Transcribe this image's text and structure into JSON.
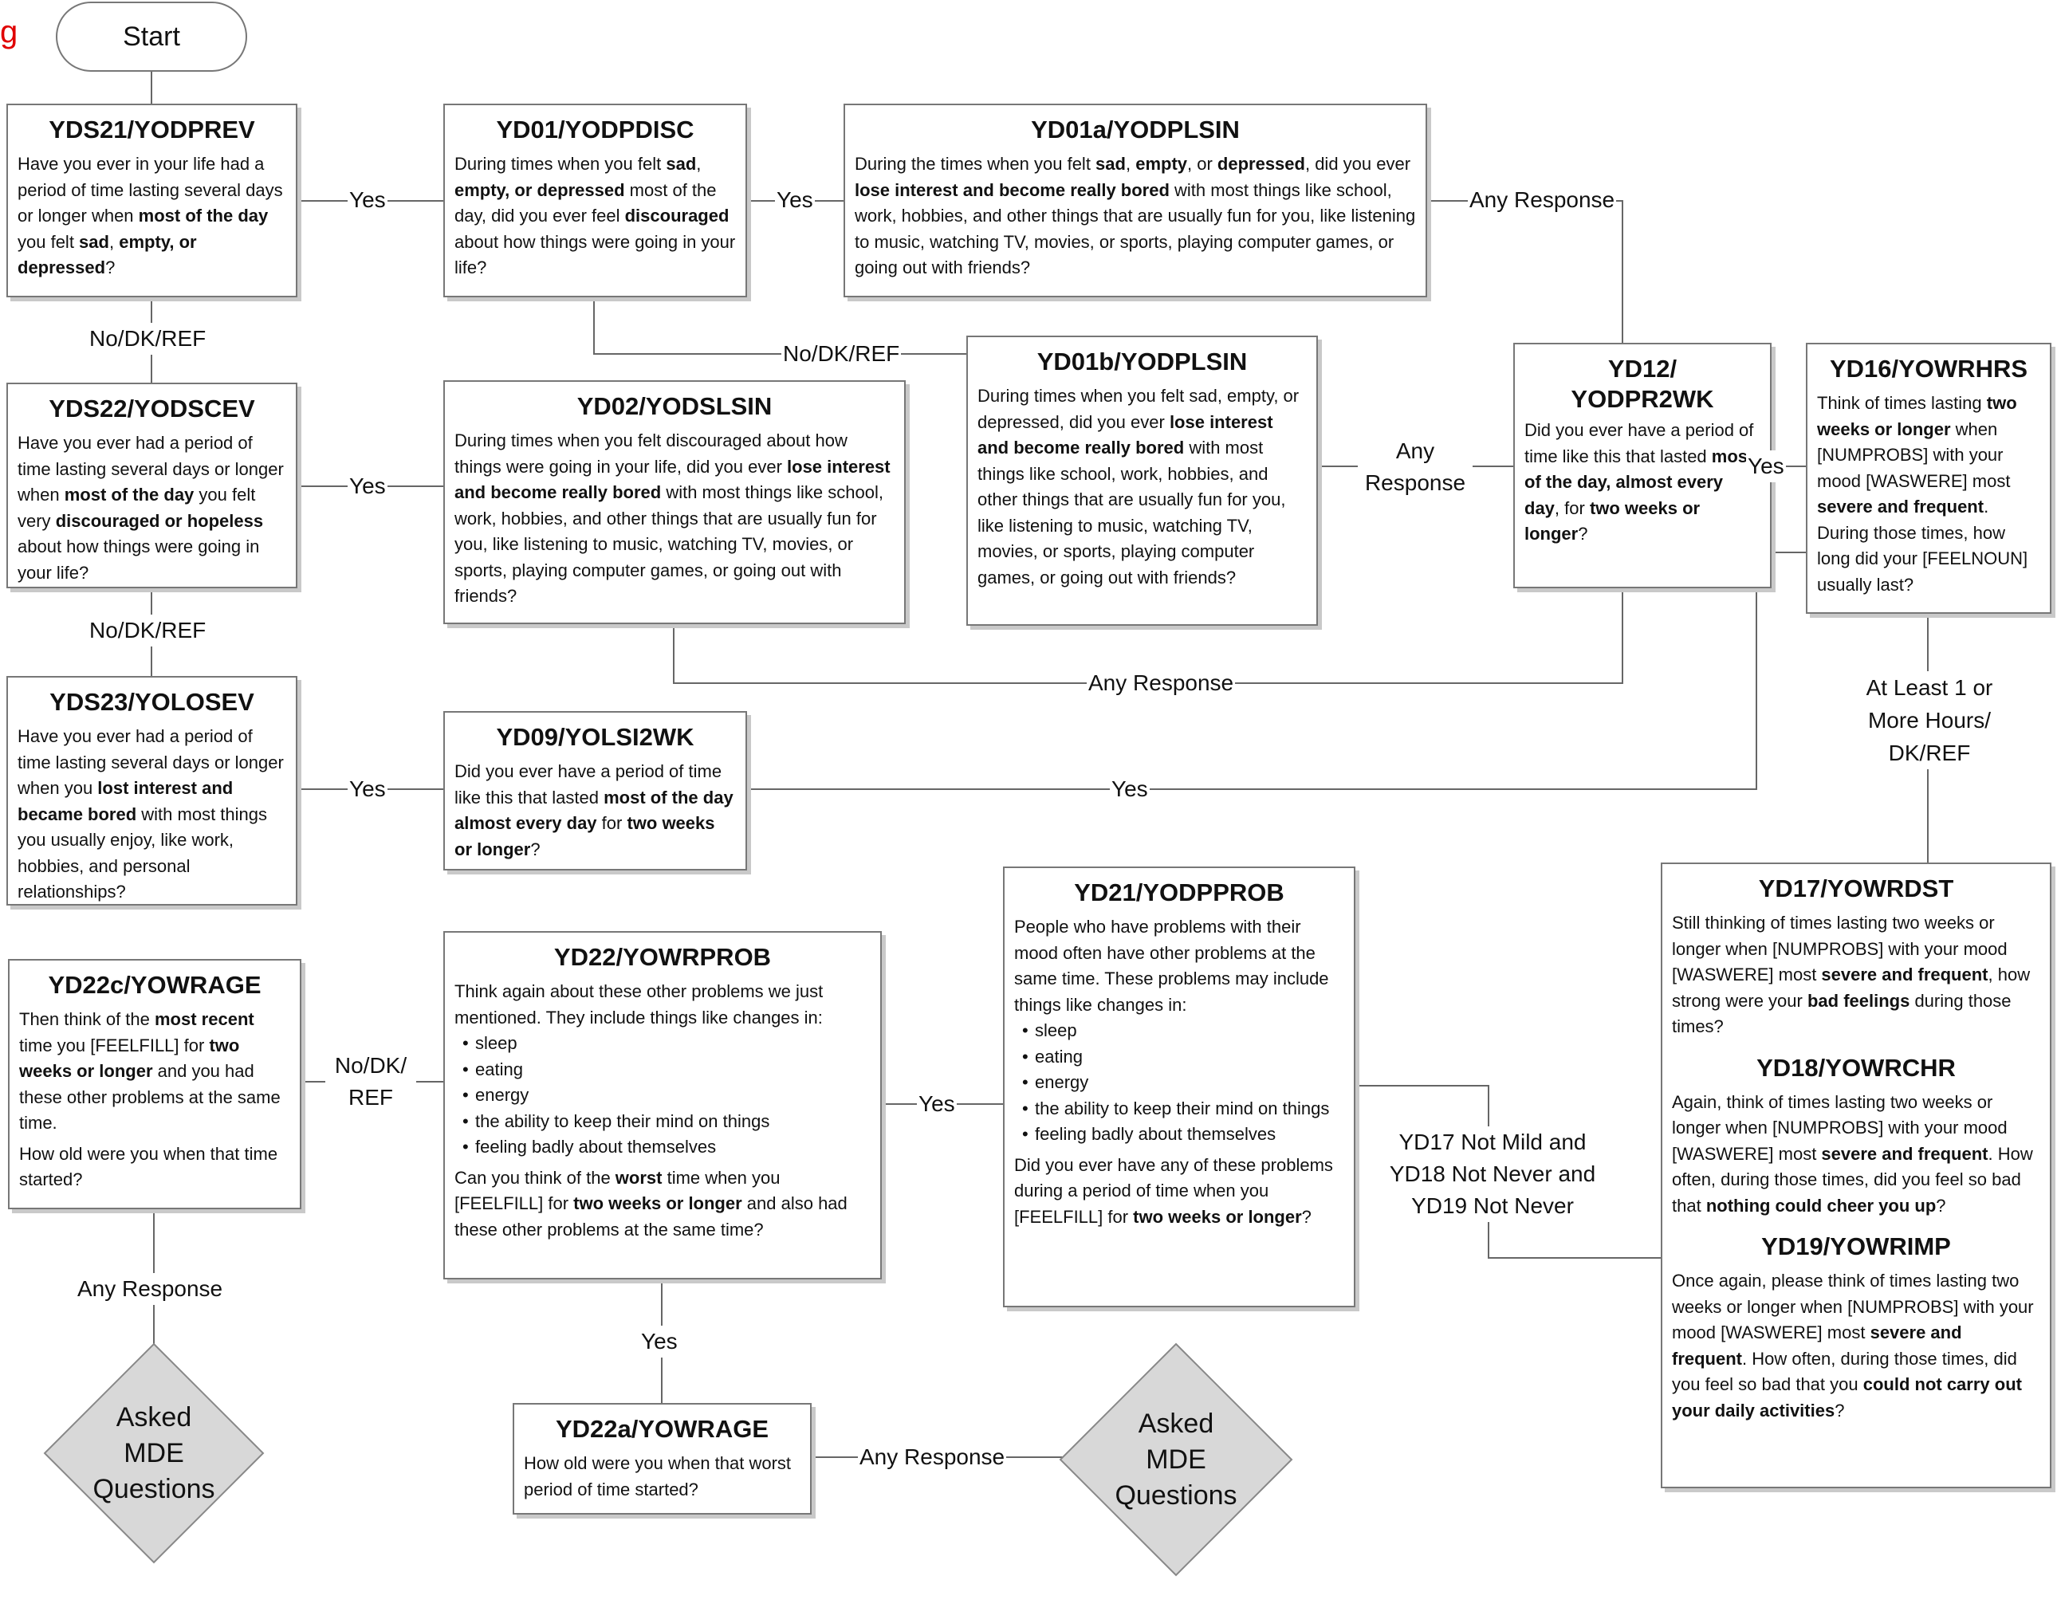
{
  "start": "Start",
  "corner_text": "g",
  "boxes": {
    "yds21": {
      "title": "YDS21/YODPREV",
      "t1": "Have you ever in your life had a period of time lasting several days or longer when ",
      "b1": "most of the day",
      "t2": " you felt ",
      "b2": "sad",
      "t3": ", ",
      "b3": "empty, or depressed",
      "t4": "?"
    },
    "yd01": {
      "title": "YD01/YODPDISC",
      "t1": "During times when you felt ",
      "b1": "sad",
      "t2": ", ",
      "b2": "empty, or depressed",
      "t3": " most of the day, did you ever feel ",
      "b3": "discouraged",
      "t4": " about how things were going in your life?"
    },
    "yd01a": {
      "title": "YD01a/YODPLSIN",
      "t1": "During the times when you felt ",
      "b1": "sad",
      "t2": ", ",
      "b2": "empty",
      "t3": ", or ",
      "b3": "depressed",
      "t4": ", did you ever ",
      "b4": "lose interest and become really bored",
      "t5": " with most things like school, work, hobbies, and other things that are usually fun for you, like listening to music, watching TV, movies, or sports, playing computer games, or going out with friends?"
    },
    "yds22": {
      "title": "YDS22/YODSCEV",
      "t1": "Have you ever had a period of time lasting several days or longer when ",
      "b1": "most of the day",
      "t2": " you felt very ",
      "b2": "discouraged or hopeless",
      "t3": " about how things were going in your life?"
    },
    "yd02": {
      "title": "YD02/YODSLSIN",
      "t1": "During times when you felt discouraged about how things were going in your life, did you ever ",
      "b1": "lose interest and become really bored",
      "t2": " with most things like school, work, hobbies, and other things that are usually fun for you, like listening to music, watching TV, movies, or sports, playing computer games, or going out with friends?"
    },
    "yd01b": {
      "title": "YD01b/YODPLSIN",
      "t1": "During times when you felt sad, empty, or depressed, did you ever ",
      "b1": "lose interest and become really bored",
      "t2": " with most things like school, work, hobbies, and other things that are usually fun for you, like listening to music, watching TV, movies, or sports, playing computer games, or going out with friends?"
    },
    "yd12": {
      "title1": "YD12/",
      "title2": "YODPR2WK",
      "t1": "Did you ever have a period of time like this that lasted ",
      "b1": "most of the day, almost every day",
      "t2": ", for ",
      "b2": "two weeks or longer",
      "t3": "?"
    },
    "yd16": {
      "title": "YD16/YOWRHRS",
      "t1": "Think of times lasting ",
      "b1": "two weeks or longer",
      "t2": " when [NUMPROBS] with your mood [WASWERE] most ",
      "b2": "severe and frequent",
      "t3": ".  During those times, how long did your [FEELNOUN] usually last?"
    },
    "yds23": {
      "title": "YDS23/YOLOSEV",
      "t1": "Have you ever had a period of time lasting several days or longer when you ",
      "b1": "lost interest and became bored",
      "t2": " with most things you usually enjoy, like work, hobbies, and personal relationships?"
    },
    "yd09": {
      "title": "YD09/YOLSI2WK",
      "t1": "Did you ever have a period of time like this that lasted ",
      "b1": "most of the day almost every day",
      "t2": " for ",
      "b2": "two weeks or longer",
      "t3": "?"
    },
    "yd22c": {
      "title": "YD22c/YOWRAGE",
      "t1": "Then think of the ",
      "b1": "most recent",
      "t2": " time you [FEELFILL] for ",
      "b2": "two weeks or longer",
      "t3": " and you had these other problems at the same time.",
      "p2": "How old were you when that time started?"
    },
    "yd22": {
      "title": "YD22/YOWRPROB",
      "intro": "Think again about these other problems we just mentioned.  They include things like changes in:",
      "items": [
        "sleep",
        "eating",
        "energy",
        "the ability to keep their mind on things",
        "feeling badly about themselves"
      ],
      "t1": "Can you think of the ",
      "b1": "worst",
      "t2": " time when you [FEELFILL] for ",
      "b2": "two weeks or longer",
      "t3": " and also had these other problems at the same time?"
    },
    "yd21": {
      "title": "YD21/YODPPROB",
      "intro": "People who have problems with their mood often have other problems at the same time. These problems may include things like changes in:",
      "items": [
        "sleep",
        "eating",
        "energy",
        "the ability to keep their mind on things",
        "feeling badly about themselves"
      ],
      "t1": "Did you ever have any of these problems during a period of time when you [FEELFILL] for ",
      "b1": "two weeks or longer",
      "t2": "?"
    },
    "yd17": {
      "title": "YD17/YOWRDST",
      "t1": "Still thinking of times lasting two weeks or longer when [NUMPROBS] with your mood [WASWERE] most ",
      "b1": "severe and frequent",
      "t2": ", how strong were your ",
      "b2": "bad feelings",
      "t3": " during those times?",
      "title18": "YD18/YOWRCHR",
      "t18a": "Again, think of times lasting two weeks or longer when [NUMPROBS] with your mood [WASWERE] most ",
      "b18a": "severe and frequent",
      "t18b": ".  How often, during those times, did you feel so bad that ",
      "b18b": "nothing could cheer you up",
      "t18c": "?",
      "title19": "YD19/YOWRIMP",
      "t19a": "Once again, please think of times lasting two weeks or longer when [NUMPROBS] with your mood [WASWERE] most ",
      "b19a": "severe and frequent",
      "t19b": ".  How often, during those times, did you feel so bad that you ",
      "b19b": "could not carry out your daily activities",
      "t19c": "?"
    },
    "yd22a": {
      "title": "YD22a/YOWRAGE",
      "text": "How old were you when that worst period of time started?"
    }
  },
  "labels": {
    "yes": "Yes",
    "no_dk_ref": "No/DK/REF",
    "any_response": "Any Response",
    "any_response_split": "Any Response",
    "no_dk_ref_split": "No/DK/ REF",
    "at_least": "At Least 1 or More Hours/ DK/REF",
    "yd17_condition": "YD17 Not Mild and YD18 Not Never and YD19 Not Never"
  },
  "diamonds": {
    "left": "Asked MDE Questions",
    "right": "Asked MDE Questions"
  }
}
